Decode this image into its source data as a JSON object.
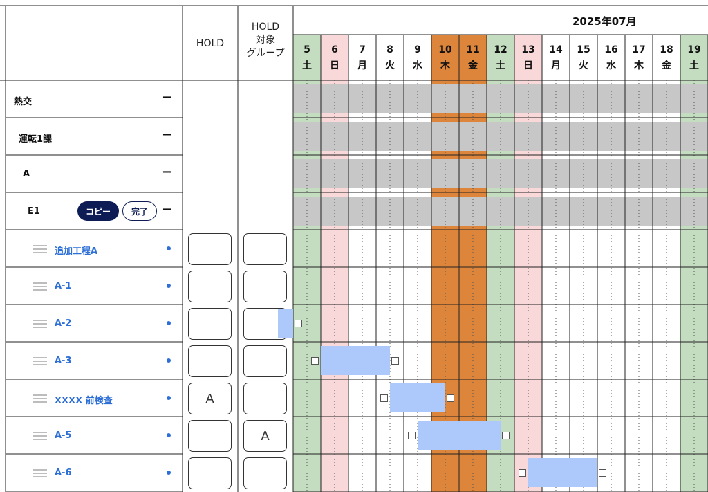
{
  "header": {
    "hold_label": "HOLD",
    "hold_group_label": [
      "HOLD",
      "対象",
      "グループ"
    ],
    "month_label": "2025年07月"
  },
  "days": [
    {
      "num": "5",
      "wd": "土",
      "type": "sat"
    },
    {
      "num": "6",
      "wd": "日",
      "type": "sun"
    },
    {
      "num": "7",
      "wd": "月",
      "type": "weekday"
    },
    {
      "num": "8",
      "wd": "火",
      "type": "weekday"
    },
    {
      "num": "9",
      "wd": "水",
      "type": "weekday"
    },
    {
      "num": "10",
      "wd": "木",
      "type": "highlight"
    },
    {
      "num": "11",
      "wd": "金",
      "type": "highlight"
    },
    {
      "num": "12",
      "wd": "土",
      "type": "sat"
    },
    {
      "num": "13",
      "wd": "日",
      "type": "sun"
    },
    {
      "num": "14",
      "wd": "月",
      "type": "weekday"
    },
    {
      "num": "15",
      "wd": "火",
      "type": "weekday"
    },
    {
      "num": "16",
      "wd": "水",
      "type": "weekday"
    },
    {
      "num": "17",
      "wd": "木",
      "type": "weekday"
    },
    {
      "num": "18",
      "wd": "金",
      "type": "weekday"
    },
    {
      "num": "19",
      "wd": "土",
      "type": "sat"
    }
  ],
  "groups": [
    {
      "label": "熱交",
      "toggle": "−"
    },
    {
      "label": "運転1課",
      "toggle": "−"
    },
    {
      "label": "A",
      "toggle": "−"
    },
    {
      "label": "E1",
      "toggle": "−",
      "copy_label": "コピー",
      "done_label": "完了"
    }
  ],
  "tasks": [
    {
      "label": "追加工程A",
      "hold": "",
      "group": ""
    },
    {
      "label": "A-1",
      "hold": "",
      "group": ""
    },
    {
      "label": "A-2",
      "hold": "",
      "group": ""
    },
    {
      "label": "A-3",
      "hold": "",
      "group": ""
    },
    {
      "label": "XXXX 前検査",
      "hold": "A",
      "group": ""
    },
    {
      "label": "A-5",
      "hold": "",
      "group": "A"
    },
    {
      "label": "A-6",
      "hold": "",
      "group": ""
    }
  ],
  "colors": {
    "saturday": "#c4dcbf",
    "sunday": "#f8d8d8",
    "highlight": "#dd853a",
    "task_bar": "#adc8fa",
    "group_bar": "#c7c7c7",
    "accent": "#2d6fd6",
    "copy_button": "#0d1c55"
  },
  "bars": [
    {
      "row": 2,
      "start": 4.45,
      "end": 5,
      "handles": [
        "end"
      ]
    },
    {
      "row": 3,
      "start": 6,
      "end": 8.5,
      "handles": [
        "start",
        "end"
      ]
    },
    {
      "row": 4,
      "start": 8.5,
      "end": 10.5,
      "handles": [
        "start",
        "end"
      ]
    },
    {
      "row": 5,
      "start": 9.5,
      "end": 12.5,
      "handles": [
        "start",
        "end"
      ]
    },
    {
      "row": 6,
      "start": 13.5,
      "end": 16,
      "handles": [
        "start",
        "end"
      ]
    }
  ]
}
